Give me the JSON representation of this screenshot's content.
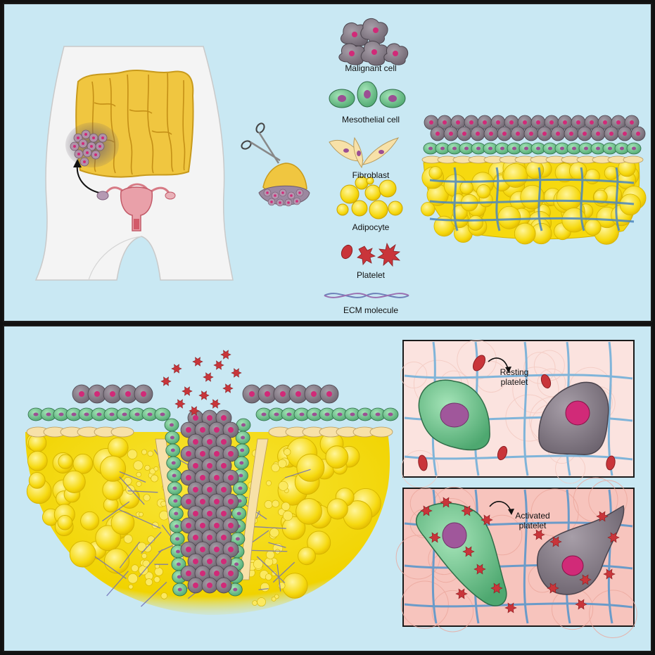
{
  "legend": {
    "malignant_cell": "Malignant cell",
    "mesothelial_cell": "Mesothelial cell",
    "fibroblast": "Fibroblast",
    "adipocyte": "Adipocyte",
    "platelet": "Platelet",
    "ecm_molecule": "ECM molecule"
  },
  "insets": {
    "resting": {
      "line1": "Resting",
      "line2": "platelet"
    },
    "activated": {
      "line1": "Activated",
      "line2": "platelet"
    }
  },
  "colors": {
    "background": "#c9e8f3",
    "malignant": "#8a7f8b",
    "nucleus_malignant": "#d12a78",
    "mesothelial": "#7fcf9a",
    "nucleus_meso": "#9b4f93",
    "fibroblast": "#f7e1a8",
    "adipocyte": "#f6d90f",
    "platelet": "#c9353a",
    "ecm": "#4a7fb8"
  }
}
